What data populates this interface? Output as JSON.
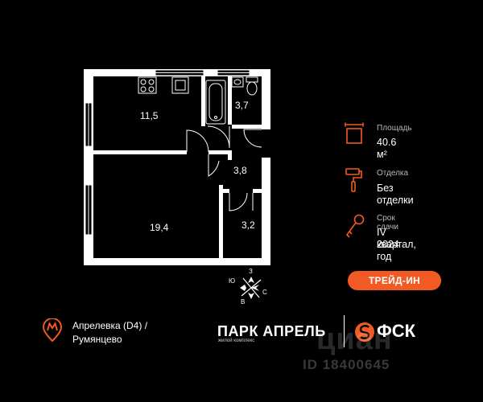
{
  "rooms": {
    "kitchen_area": "11,5",
    "bath_area": "3,7",
    "hall_area": "3,8",
    "living_area": "19,4",
    "storage_area": "3,2"
  },
  "compass": {
    "north": "З",
    "west": "Ю",
    "east": "С",
    "south": "В"
  },
  "info": {
    "area_label": "Площадь",
    "area_value": "40.6 м²",
    "finish_label": "Отделка",
    "finish_value": "Без отделки",
    "deadline_label": "Срок сдачи",
    "deadline_line1": "IV квартал,",
    "deadline_line2": "2024 год"
  },
  "trade_in_label": "ТРЕЙД-ИН",
  "metro": {
    "line1": "Апрелевка (D4)  /",
    "line2": "Румянцево"
  },
  "brand": {
    "park_name": "ПАРК АПРЕЛЬ",
    "park_sub": "жилой комплекс",
    "developer": "ФСК"
  },
  "watermark": {
    "text": "циан",
    "id": "ID 18400645"
  },
  "colors": {
    "accent": "#f15a22",
    "background": "#000000",
    "walls": "#ffffff"
  }
}
